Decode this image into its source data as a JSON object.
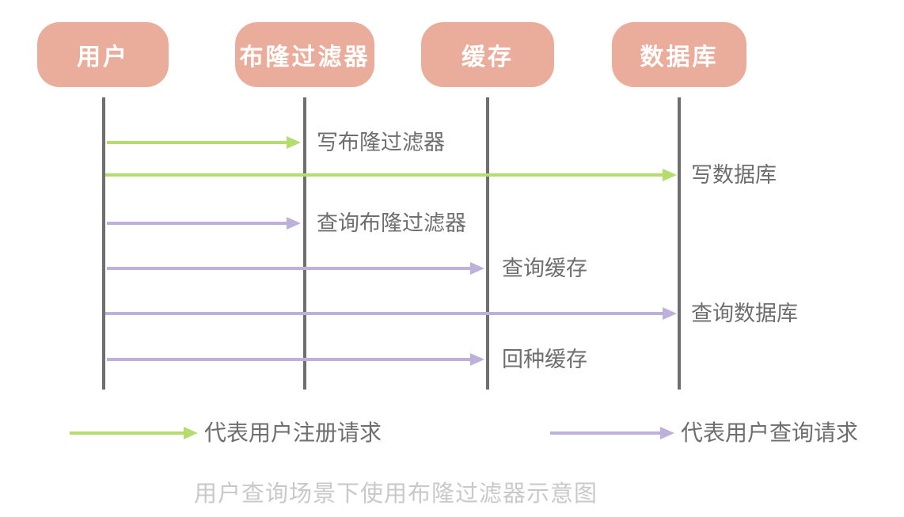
{
  "diagram": {
    "actors": [
      {
        "id": "user",
        "label": "用户"
      },
      {
        "id": "bloom-filter",
        "label": "布隆过滤器"
      },
      {
        "id": "cache",
        "label": "缓存"
      },
      {
        "id": "database",
        "label": "数据库"
      }
    ],
    "messages": [
      {
        "label": "写布隆过滤器",
        "from": "用户",
        "to": "布隆过滤器",
        "type": "register"
      },
      {
        "label": "写数据库",
        "from": "用户",
        "to": "数据库",
        "type": "register"
      },
      {
        "label": "查询布隆过滤器",
        "from": "用户",
        "to": "布隆过滤器",
        "type": "query"
      },
      {
        "label": "查询缓存",
        "from": "用户",
        "to": "缓存",
        "type": "query"
      },
      {
        "label": "查询数据库",
        "from": "用户",
        "to": "数据库",
        "type": "query"
      },
      {
        "label": "回种缓存",
        "from": "用户",
        "to": "缓存",
        "type": "query"
      }
    ],
    "legend": [
      {
        "label": "代表用户注册请求",
        "type": "register",
        "arrow_color": "#B5DD6E"
      },
      {
        "label": "代表用户查询请求",
        "type": "query",
        "arrow_color": "#BDB1DC"
      }
    ],
    "caption": "用户查询场景下使用布隆过滤器示意图",
    "colors": {
      "actor_box": "#EBAD9B",
      "actor_text": "#FFFFFF",
      "lifeline": "#6F6F6F",
      "register_arrow": "#B5DD6E",
      "query_arrow": "#BDB1DC",
      "label_text": "#6E6E6E",
      "caption_text": "#C9C9C9"
    }
  }
}
